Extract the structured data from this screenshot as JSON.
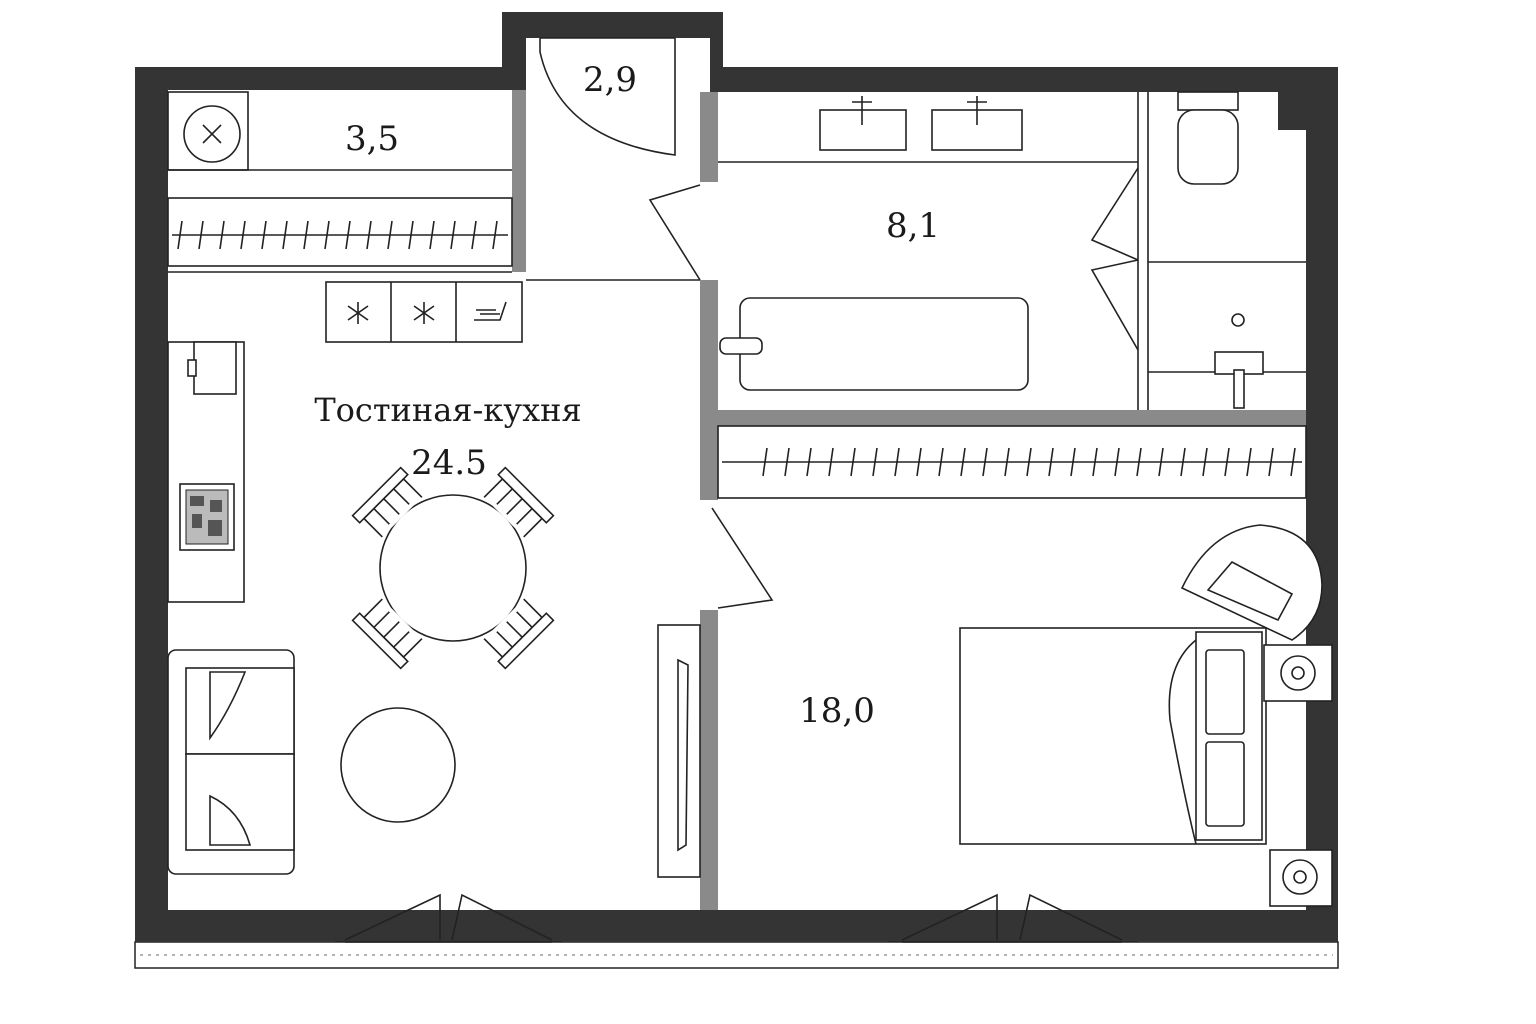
{
  "rooms": [
    {
      "id": "storage",
      "area": "3,5"
    },
    {
      "id": "hall",
      "area": "2,9"
    },
    {
      "id": "bathroom",
      "area": "8,1"
    },
    {
      "id": "living-kitchen",
      "name": "Тостиная-кухня",
      "area": "24.5"
    },
    {
      "id": "bedroom",
      "area": "18,0"
    }
  ],
  "colors": {
    "wall": "#343434",
    "partition": "#8a8a8a",
    "line": "#222222"
  }
}
